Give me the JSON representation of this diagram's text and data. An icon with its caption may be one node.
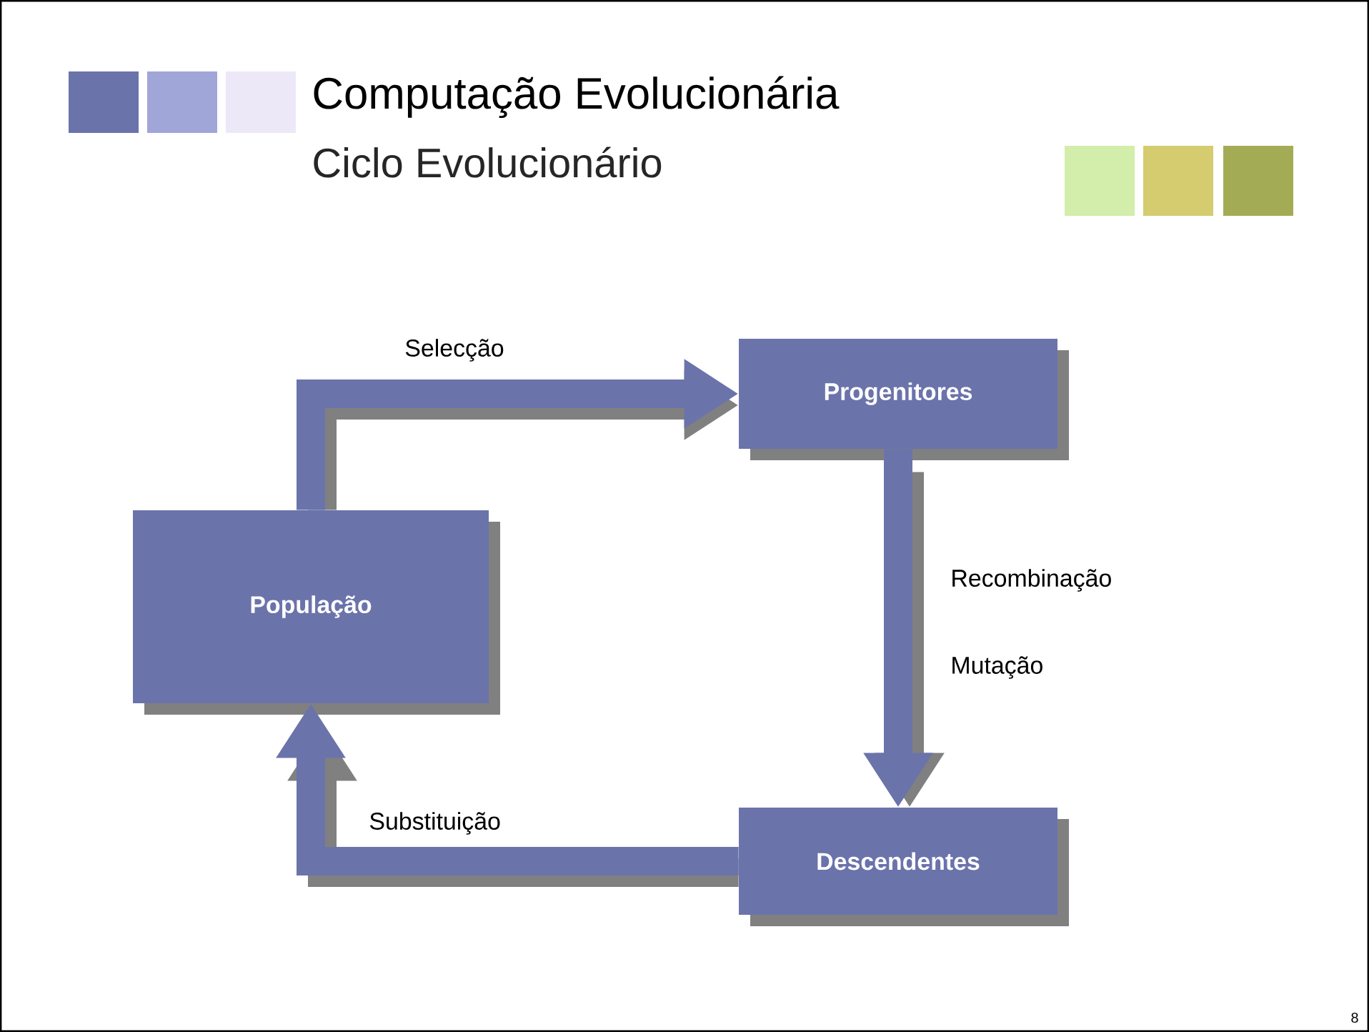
{
  "diagram": {
    "title": "Computação Evolucionária",
    "nodes": [
      {
        "text": [
          "População"
        ]
      },
      {
        "text": [
          "Progenitores"
        ]
      },
      {
        "text": [
          "Descendentes"
        ]
      }
    ],
    "edges": [
      {
        "from": 0,
        "to": 1,
        "arrow": "to",
        "label": "Selecção"
      },
      {
        "from": 1,
        "to": 2,
        "arrow": "to",
        "label": "Recombinação"
      },
      {
        "from": 2,
        "to": 0,
        "arrow": "to",
        "label": "Substituição"
      }
    ],
    "labels": [
      "Ciclo Evolucionário",
      "Mutação",
      "8"
    ]
  }
}
